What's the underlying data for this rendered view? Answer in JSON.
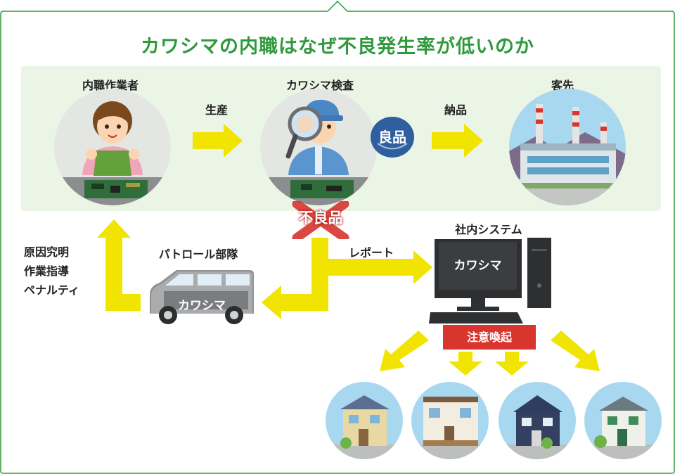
{
  "title": "カワシマの内職はなぜ不良発生率が低いのか",
  "stages": {
    "worker": "内職作業者",
    "inspection": "カワシマ検査",
    "customer": "客先"
  },
  "arrows": {
    "production": "生産",
    "delivery": "納品",
    "report": "レポート"
  },
  "badges": {
    "good": "良品",
    "defective": "不良品"
  },
  "patrol": {
    "label": "パトロール部隊",
    "van_text": "カワシマ"
  },
  "feedback_lines": [
    "原因究明",
    "作業指導",
    "ペナルティ"
  ],
  "system": {
    "label": "社内システム",
    "screen_text": "カワシマ"
  },
  "alert": "注意喚起",
  "colors": {
    "title_green": "#2e9a3c",
    "arrow_yellow": "#f1e400",
    "alert_red": "#d8352f",
    "band_green": "#eaf5e6",
    "badge_blue": "#2f5f9e"
  }
}
